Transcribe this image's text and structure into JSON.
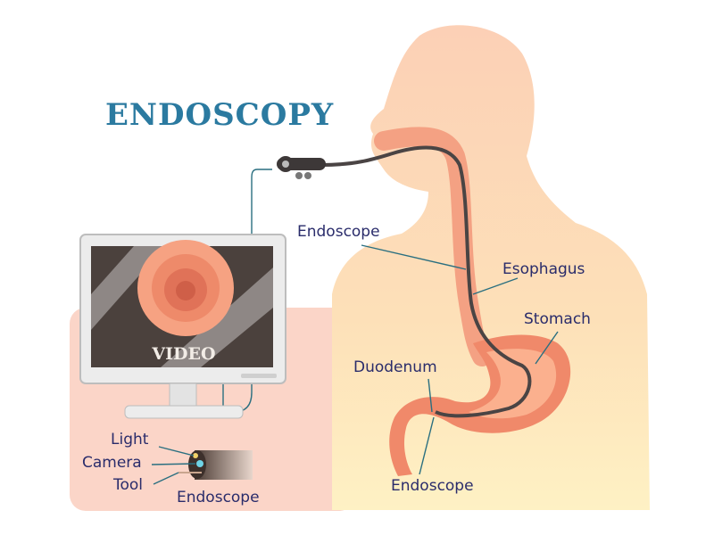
{
  "title": "ENDOSCOPY",
  "monitor": {
    "screen_text": "VIDEO"
  },
  "labels": {
    "endoscope_upper": "Endoscope",
    "esophagus": "Esophagus",
    "stomach": "Stomach",
    "duodenum": "Duodenum",
    "endoscope_lower": "Endoscope"
  },
  "tip_detail": {
    "light": "Light",
    "camera": "Camera",
    "tool": "Tool",
    "endoscope": "Endoscope"
  },
  "colors": {
    "title": "#2b7aa0",
    "label": "#2a2c6b",
    "organ": "#f08a6a",
    "skin": "#fbd3b8"
  }
}
